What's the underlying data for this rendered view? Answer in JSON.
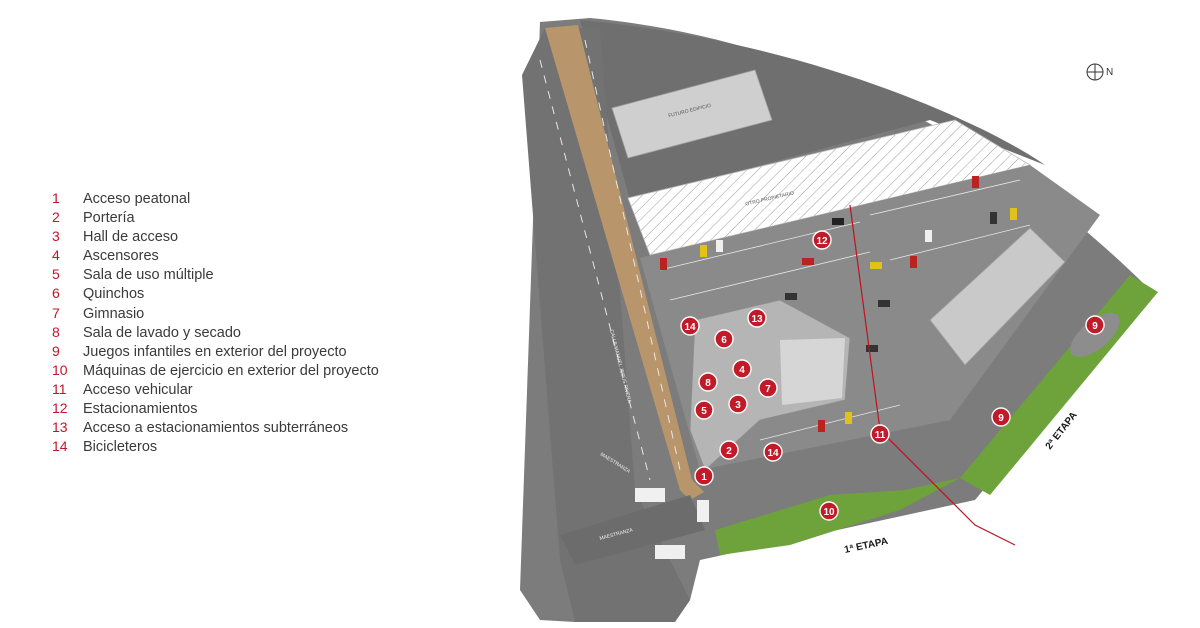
{
  "legend": [
    {
      "num": "1",
      "label": "Acceso peatonal"
    },
    {
      "num": "2",
      "label": "Portería"
    },
    {
      "num": "3",
      "label": "Hall de acceso"
    },
    {
      "num": "4",
      "label": "Ascensores"
    },
    {
      "num": "5",
      "label": "Sala de uso múltiple"
    },
    {
      "num": "6",
      "label": "Quinchos"
    },
    {
      "num": "7",
      "label": "Gimnasio"
    },
    {
      "num": "8",
      "label": "Sala de lavado y secado"
    },
    {
      "num": "9",
      "label": "Juegos infantiles en exterior del proyecto"
    },
    {
      "num": "10",
      "label": "Máquinas de ejercicio en exterior del proyecto"
    },
    {
      "num": "11",
      "label": "Acceso vehicular"
    },
    {
      "num": "12",
      "label": "Estacionamientos"
    },
    {
      "num": "13",
      "label": "Acceso a estacionamientos subterráneos"
    },
    {
      "num": "14",
      "label": "Bicicleteros"
    }
  ],
  "compass": {
    "letter": "N"
  },
  "map_labels": {
    "stage1": "1ª ETAPA",
    "stage2": "2ª ETAPA",
    "other_owner": "OTRO PROPIETARIO",
    "future_building": "FUTURO EDIFICIO",
    "street_main": "CALLE MANUEL JESÚS RIVERA",
    "street_minor": "MAESTRANZA",
    "street_minor2": "MAESTRANZA"
  },
  "markers": [
    "1",
    "2",
    "3",
    "4",
    "5",
    "6",
    "7",
    "8",
    "9",
    "9",
    "10",
    "11",
    "12",
    "13",
    "14",
    "14"
  ],
  "colors": {
    "marker": "#c11b2a",
    "road": "#7b7b7b",
    "sidewalk": "#b8956b",
    "lawn": "#6ea23a",
    "legend_number": "#c3152a",
    "legend_text": "#3a3a3a",
    "boundary": "#c0121f"
  }
}
